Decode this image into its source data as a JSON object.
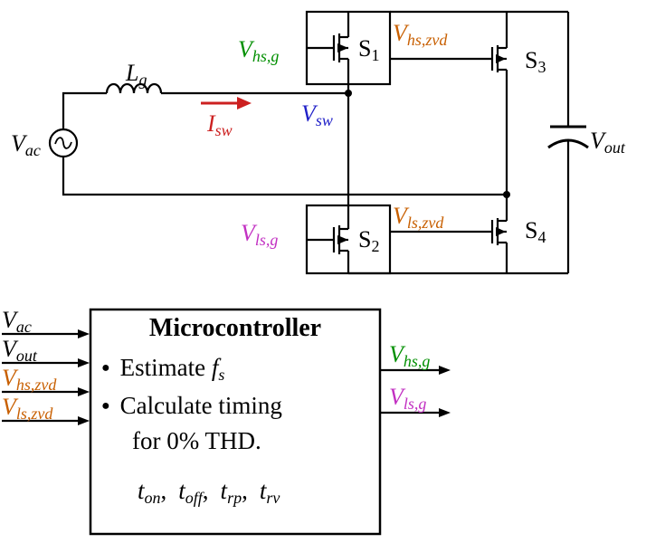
{
  "colors": {
    "wire": "#000000",
    "green": "#008f00",
    "magenta": "#c230c2",
    "orange": "#c85f00",
    "red": "#cc2020",
    "blue": "#2020c8"
  },
  "schematic": {
    "vac": {
      "main": "V",
      "sub": "ac"
    },
    "lg": {
      "main": "L",
      "sub": "g"
    },
    "isw": {
      "main": "I",
      "sub": "sw"
    },
    "vsw": {
      "main": "V",
      "sub": "sw"
    },
    "s1": {
      "main": "S",
      "sub": "1"
    },
    "s2": {
      "main": "S",
      "sub": "2"
    },
    "s3": {
      "main": "S",
      "sub": "3"
    },
    "s4": {
      "main": "S",
      "sub": "4"
    },
    "vhsg": {
      "main": "V",
      "sub": "hs,g"
    },
    "vlsg": {
      "main": "V",
      "sub": "ls,g"
    },
    "vhszvd": {
      "main": "V",
      "sub": "hs,zvd"
    },
    "vlszvd": {
      "main": "V",
      "sub": "ls,zvd"
    },
    "vout": {
      "main": "V",
      "sub": "out"
    }
  },
  "controller": {
    "title": "Microcontroller",
    "bullet": "●",
    "estimate_text": "Estimate ",
    "fs": {
      "main": "f",
      "sub": "s"
    },
    "calc_line1": "Calculate timing",
    "calc_line2": "for 0% THD.",
    "timing_sep": ",",
    "timing": [
      {
        "main": "t",
        "sub": "on"
      },
      {
        "main": "t",
        "sub": "off"
      },
      {
        "main": "t",
        "sub": "rp"
      },
      {
        "main": "t",
        "sub": "rv"
      }
    ],
    "inputs": [
      {
        "main": "V",
        "sub": "ac"
      },
      {
        "main": "V",
        "sub": "out"
      },
      {
        "main": "V",
        "sub": "hs,zvd"
      },
      {
        "main": "V",
        "sub": "ls,zvd"
      }
    ],
    "outputs": [
      {
        "main": "V",
        "sub": "hs,g"
      },
      {
        "main": "V",
        "sub": "ls,g"
      }
    ]
  }
}
